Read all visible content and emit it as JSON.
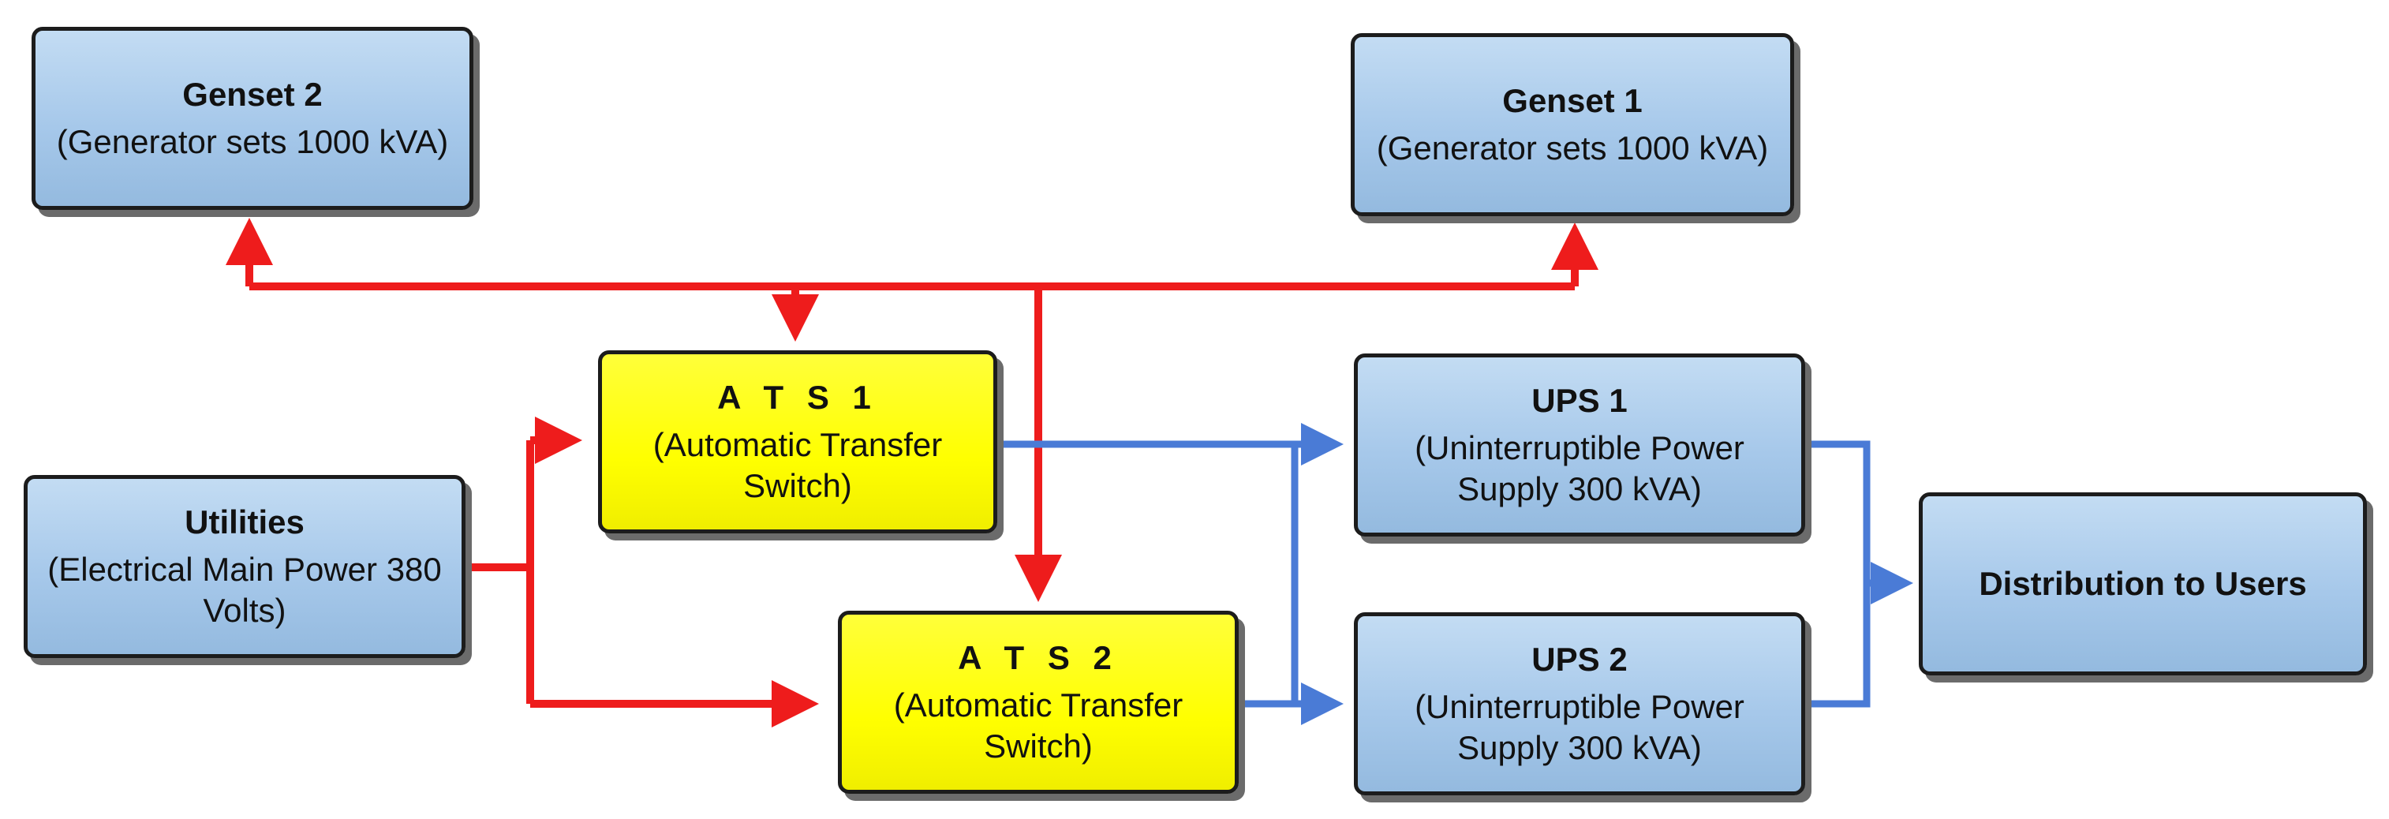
{
  "nodes": {
    "genset2": {
      "title": "Genset 2",
      "subtitle": "(Generator sets 1000 kVA)"
    },
    "genset1": {
      "title": "Genset 1",
      "subtitle": "(Generator sets 1000 kVA)"
    },
    "ats1": {
      "title": "A T S 1",
      "subtitle": "(Automatic Transfer Switch)"
    },
    "ats2": {
      "title": "A T S 2",
      "subtitle": "(Automatic Transfer Switch)"
    },
    "utilities": {
      "title": "Utilities",
      "subtitle": "(Electrical Main Power 380 Volts)"
    },
    "ups1": {
      "title": "UPS 1",
      "subtitle": "(Uninterruptible Power Supply 300 kVA)"
    },
    "ups2": {
      "title": "UPS 2",
      "subtitle": "(Uninterruptible Power Supply 300 kVA)"
    },
    "distribution": {
      "title": "Distribution to Users"
    }
  },
  "colors": {
    "generator_feed": "#ee1c1c",
    "ups_feed": "#4a7bd6",
    "box_fill": "#a6c8ea",
    "ats_fill": "#ffff00"
  },
  "edges": [
    {
      "from": "genset-bus",
      "to": "genset2",
      "color": "generator_feed"
    },
    {
      "from": "genset-bus",
      "to": "genset1",
      "color": "generator_feed"
    },
    {
      "from": "genset-bus",
      "to": "ats1",
      "color": "generator_feed"
    },
    {
      "from": "genset-bus",
      "to": "ats2",
      "color": "generator_feed"
    },
    {
      "from": "utilities",
      "to": "ats1",
      "color": "generator_feed"
    },
    {
      "from": "utilities",
      "to": "ats2",
      "color": "generator_feed"
    },
    {
      "from": "ats1",
      "to": "ups1",
      "color": "ups_feed"
    },
    {
      "from": "ats1",
      "to": "ups2",
      "color": "ups_feed"
    },
    {
      "from": "ats2",
      "to": "ups1",
      "color": "ups_feed"
    },
    {
      "from": "ats2",
      "to": "ups2",
      "color": "ups_feed"
    },
    {
      "from": "ups1",
      "to": "distribution",
      "color": "ups_feed"
    },
    {
      "from": "ups2",
      "to": "distribution",
      "color": "ups_feed"
    }
  ]
}
